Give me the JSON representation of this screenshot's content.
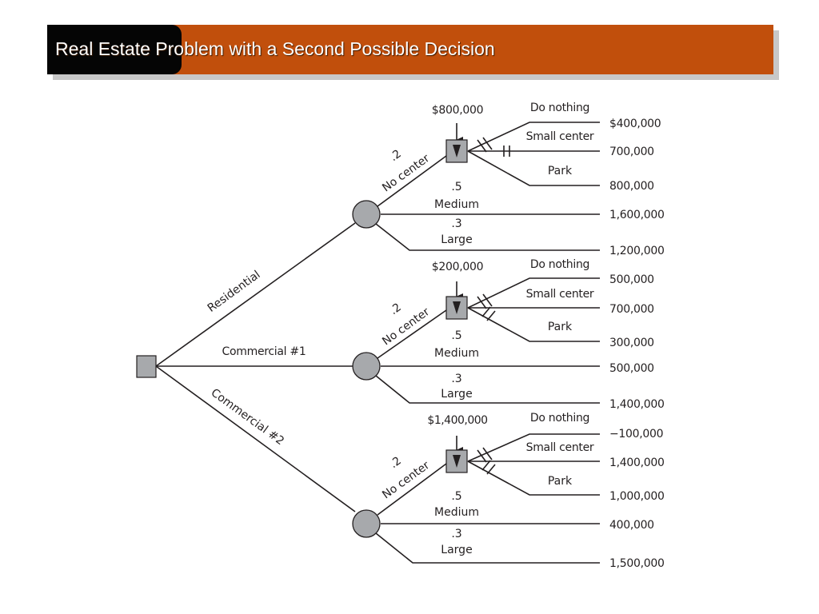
{
  "slide": {
    "title": "Real Estate Problem with a Second Possible Decision"
  },
  "colors": {
    "title_bar": "#c14f0c",
    "title_block": "#050505",
    "node_fill": "#a7a9ac",
    "line": "#231f20"
  },
  "tree": {
    "root_alternatives": {
      "residential": "Residential",
      "commercial1": "Commercial #1",
      "commercial2": "Commercial #2"
    },
    "events": {
      "none_prob": ".2",
      "none_label": "No center",
      "medium_prob": ".5",
      "medium_label": "Medium",
      "large_prob": ".3",
      "large_label": "Large"
    },
    "second_decision": {
      "do_nothing": "Do nothing",
      "small_center": "Small center",
      "park": "Park"
    },
    "branches": [
      {
        "decision_value": "$800,000",
        "payoffs": {
          "do_nothing": "$400,000",
          "small_center": "700,000",
          "park": "800,000",
          "medium": "1,600,000",
          "large": "1,200,000"
        }
      },
      {
        "decision_value": "$200,000",
        "payoffs": {
          "do_nothing": "500,000",
          "small_center": "700,000",
          "park": "300,000",
          "medium": "500,000",
          "large": "1,400,000"
        }
      },
      {
        "decision_value": "$1,400,000",
        "payoffs": {
          "do_nothing": "−100,000",
          "small_center": "1,400,000",
          "park": "1,000,000",
          "medium": "400,000",
          "large": "1,500,000"
        }
      }
    ]
  }
}
